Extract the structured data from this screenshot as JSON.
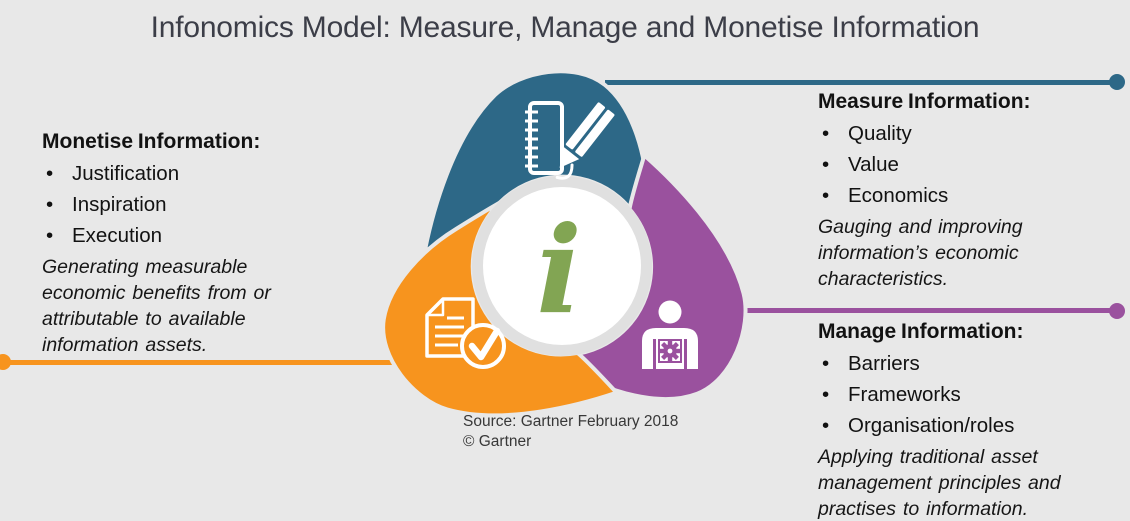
{
  "title": "Infonomics Model: Measure, Manage and Monetise Information",
  "colors": {
    "bg": "#e8e8e8",
    "teal": "#2d6887",
    "purple": "#9a519e",
    "orange": "#f7941e",
    "green": "#82a553",
    "ring": "#e0e0e0",
    "title-ink": "#3c3e48",
    "ink": "#121212",
    "source-ink": "#383838"
  },
  "pinwheel": {
    "center_symbol": "i",
    "segments": [
      {
        "name": "Measure Information",
        "color": "#2d6887",
        "icon": "ruler-pencil-icon",
        "position": "top"
      },
      {
        "name": "Manage Information",
        "color": "#9a519e",
        "icon": "person-gear-icon",
        "position": "bottom-right"
      },
      {
        "name": "Monetise Information",
        "color": "#f7941e",
        "icon": "document-check-icon",
        "position": "bottom-left"
      }
    ]
  },
  "sections": {
    "measure": {
      "heading": "Measure Information:",
      "bullets": [
        "Quality",
        "Value",
        "Economics"
      ],
      "description": "Gauging and improving information’s economic characteristics.",
      "accent": "#2d6887"
    },
    "manage": {
      "heading": "Manage Information:",
      "bullets": [
        "Barriers",
        "Frameworks",
        "Organisation/roles"
      ],
      "description": "Applying traditional asset management principles and practises to information.",
      "accent": "#9a519e"
    },
    "monetise": {
      "heading": "Monetise Information:",
      "bullets": [
        "Justification",
        "Inspiration",
        "Execution"
      ],
      "description": "Generating measurable economic benefits from or attributable to available information assets.",
      "accent": "#f7941e"
    }
  },
  "source": {
    "line1": "Source: Gartner February 2018",
    "line2": "© Gartner"
  }
}
